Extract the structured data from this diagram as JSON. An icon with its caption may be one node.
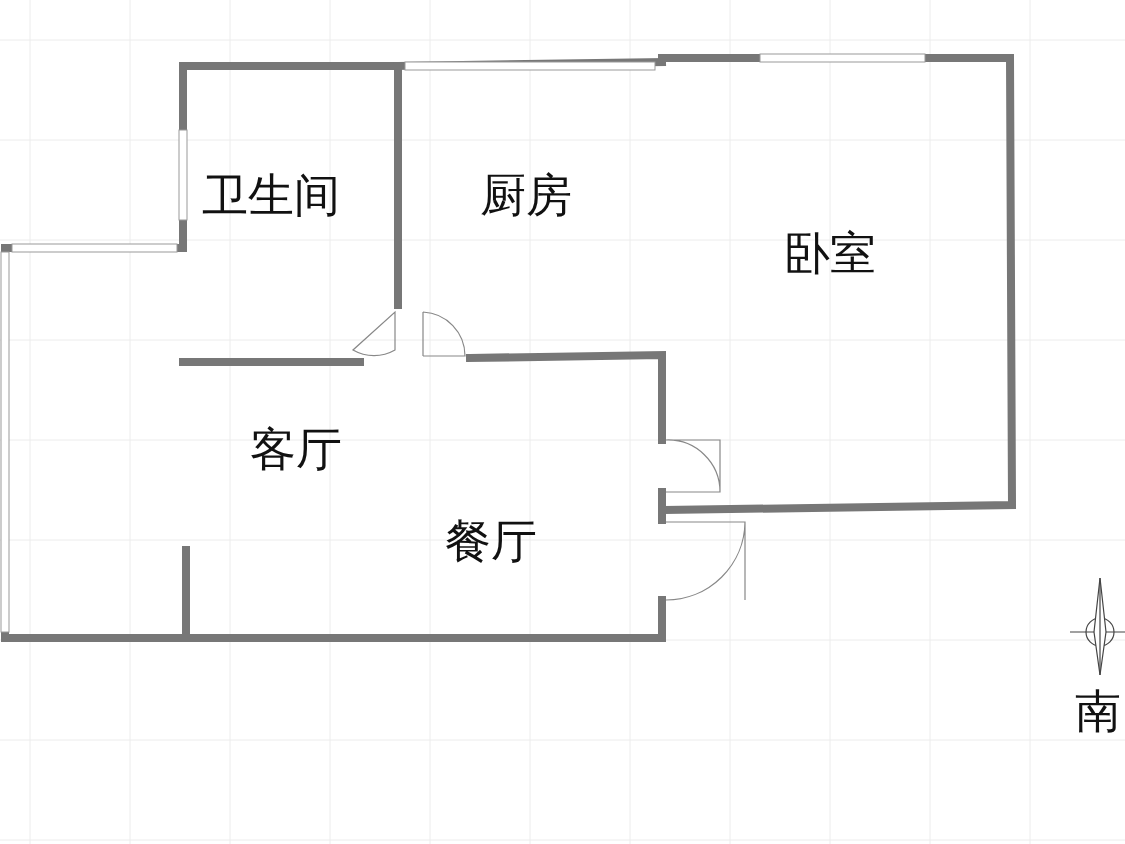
{
  "diagram": {
    "nodes": [
      {
        "text": [
          "卫生间"
        ]
      },
      {
        "text": [
          "厨房"
        ]
      },
      {
        "text": [
          "卧室"
        ]
      },
      {
        "text": [
          "客厅",
          "餐厅"
        ]
      }
    ],
    "labels": [
      "南"
    ]
  }
}
